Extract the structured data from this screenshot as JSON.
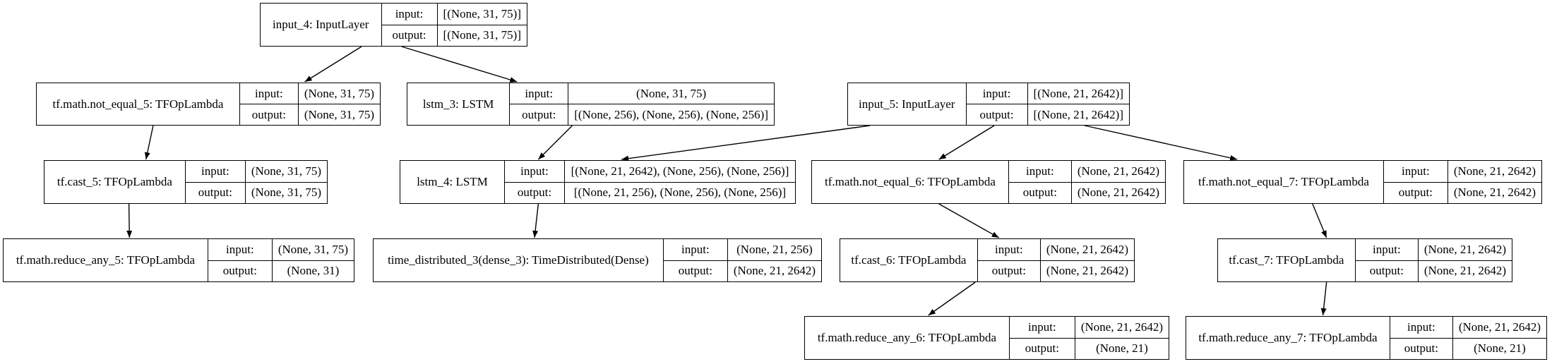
{
  "nodes": [
    {
      "id": "n1",
      "name": "input_4: InputLayer",
      "input": "[(None, 31, 75)]",
      "output": "[(None, 31, 75)]"
    },
    {
      "id": "n2",
      "name": "tf.math.not_equal_5: TFOpLambda",
      "input": "(None, 31, 75)",
      "output": "(None, 31, 75)"
    },
    {
      "id": "n3",
      "name": "lstm_3: LSTM",
      "input": "(None, 31, 75)",
      "output": "[(None, 256), (None, 256), (None, 256)]"
    },
    {
      "id": "n4",
      "name": "input_5: InputLayer",
      "input": "[(None, 21, 2642)]",
      "output": "[(None, 21, 2642)]"
    },
    {
      "id": "n5",
      "name": "tf.cast_5: TFOpLambda",
      "input": "(None, 31, 75)",
      "output": "(None, 31, 75)"
    },
    {
      "id": "n6",
      "name": "lstm_4: LSTM",
      "input": "[(None, 21, 2642), (None, 256), (None, 256)]",
      "output": "[(None, 21, 256), (None, 256), (None, 256)]"
    },
    {
      "id": "n7",
      "name": "tf.math.not_equal_6: TFOpLambda",
      "input": "(None, 21, 2642)",
      "output": "(None, 21, 2642)"
    },
    {
      "id": "n8",
      "name": "tf.math.not_equal_7: TFOpLambda",
      "input": "(None, 21, 2642)",
      "output": "(None, 21, 2642)"
    },
    {
      "id": "n9",
      "name": "tf.math.reduce_any_5: TFOpLambda",
      "input": "(None, 31, 75)",
      "output": "(None, 31)"
    },
    {
      "id": "n10",
      "name": "time_distributed_3(dense_3): TimeDistributed(Dense)",
      "input": "(None, 21, 256)",
      "output": "(None, 21, 2642)"
    },
    {
      "id": "n11",
      "name": "tf.cast_6: TFOpLambda",
      "input": "(None, 21, 2642)",
      "output": "(None, 21, 2642)"
    },
    {
      "id": "n12",
      "name": "tf.cast_7: TFOpLambda",
      "input": "(None, 21, 2642)",
      "output": "(None, 21, 2642)"
    },
    {
      "id": "n13",
      "name": "tf.math.reduce_any_6: TFOpLambda",
      "input": "(None, 21, 2642)",
      "output": "(None, 21)"
    },
    {
      "id": "n14",
      "name": "tf.math.reduce_any_7: TFOpLambda",
      "input": "(None, 21, 2642)",
      "output": "(None, 21)"
    }
  ],
  "labels": {
    "input": "input:",
    "output": "output:"
  },
  "edges": [
    [
      "n1",
      "n2"
    ],
    [
      "n1",
      "n3"
    ],
    [
      "n2",
      "n5"
    ],
    [
      "n5",
      "n9"
    ],
    [
      "n3",
      "n6"
    ],
    [
      "n4",
      "n6"
    ],
    [
      "n4",
      "n7"
    ],
    [
      "n4",
      "n8"
    ],
    [
      "n6",
      "n10"
    ],
    [
      "n7",
      "n11"
    ],
    [
      "n11",
      "n13"
    ],
    [
      "n8",
      "n12"
    ],
    [
      "n12",
      "n14"
    ]
  ]
}
